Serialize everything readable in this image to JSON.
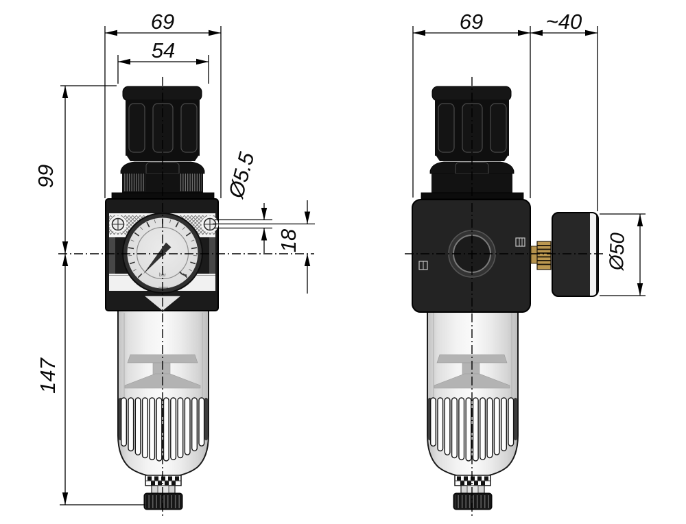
{
  "dimensions": {
    "front": {
      "body_width": "69",
      "knob_width": "54",
      "upper_height": "99",
      "lower_height": "147",
      "gauge_hole_diameter": "Ø5.5",
      "gauge_hole_offset": "18"
    },
    "side": {
      "body_width": "69",
      "gauge_depth": "~40",
      "gauge_diameter": "Ø50"
    }
  },
  "gauge": {
    "unit_label": "bar"
  },
  "colors": {
    "line": "#000000",
    "body_dark": "#1a1a1a",
    "brass": "#b5924c",
    "bowl_light": "#ececec",
    "gauge_face": "#dcdcdc",
    "background": "#ffffff"
  }
}
